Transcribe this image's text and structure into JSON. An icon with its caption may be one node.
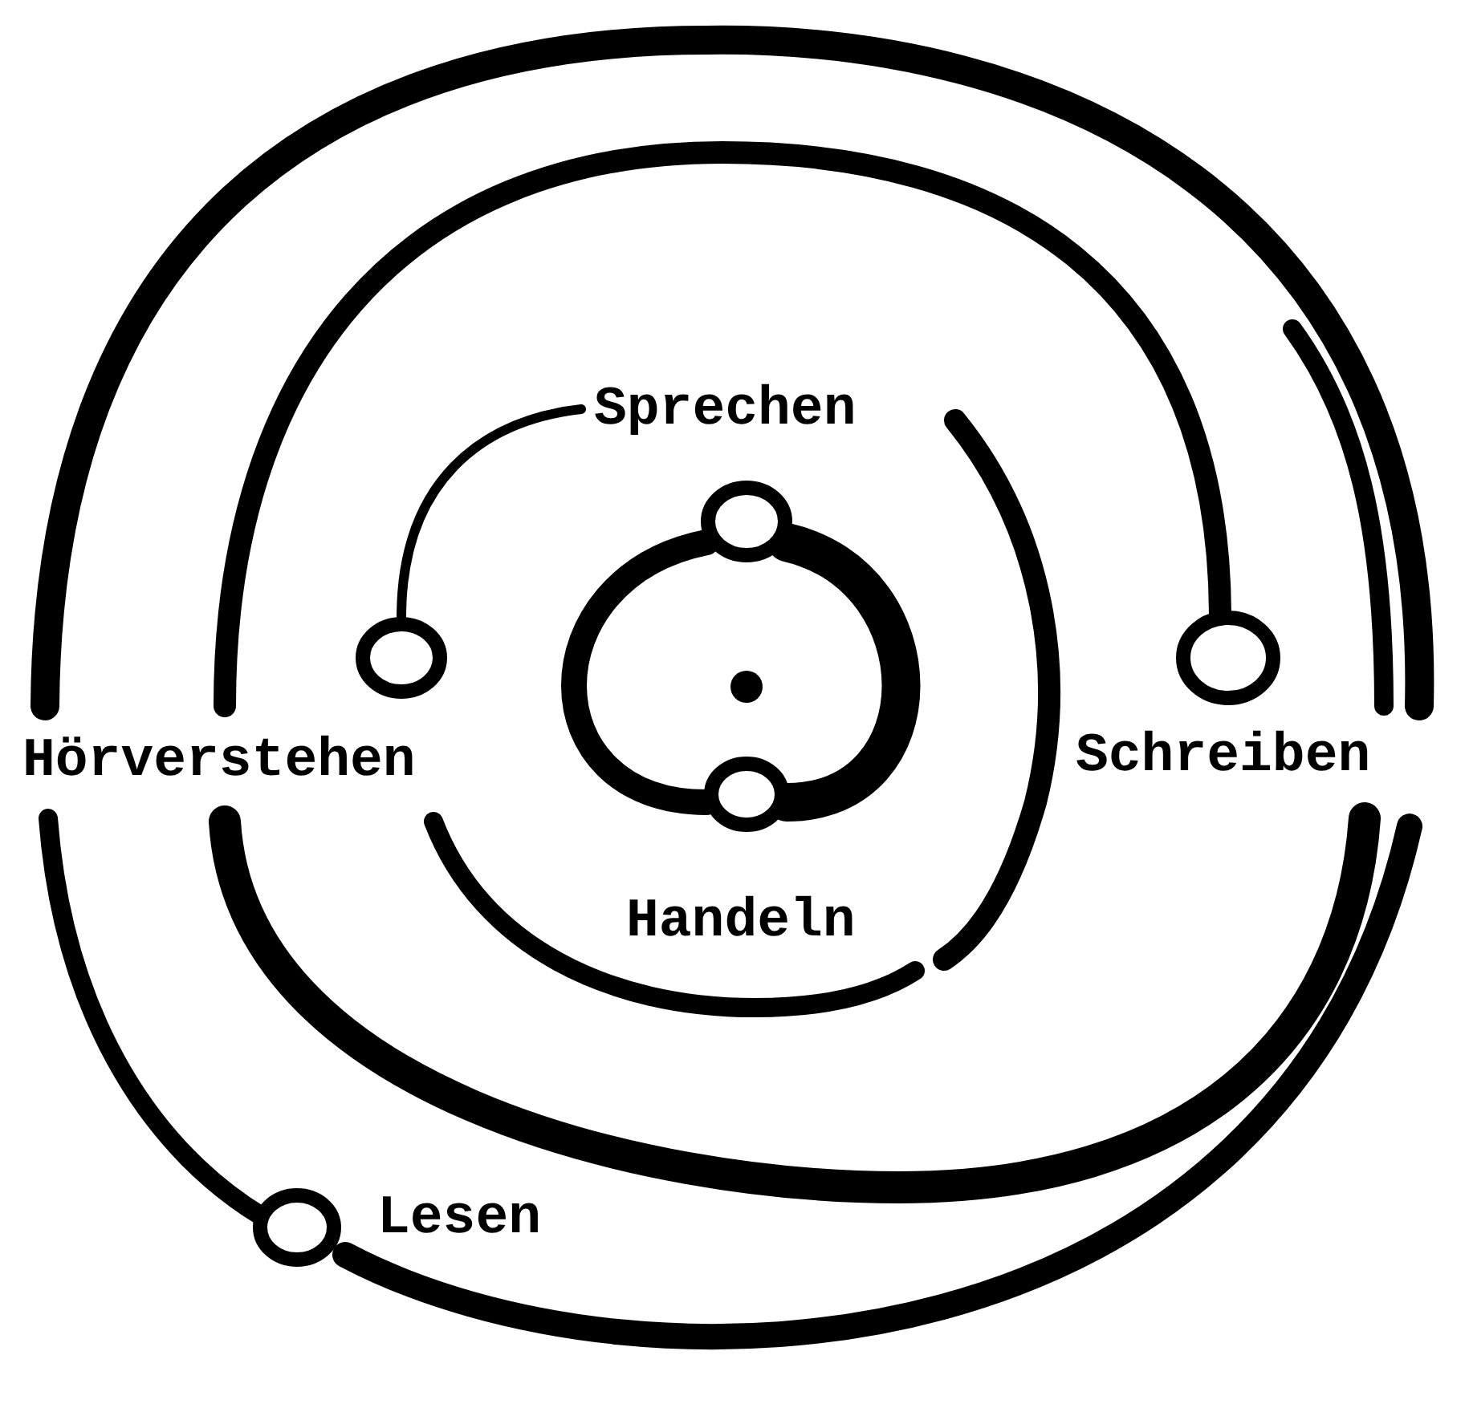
{
  "diagram": {
    "labels": [
      "Sprechen",
      "Hörverstehen",
      "Schreiben",
      "Handeln",
      "Lesen"
    ]
  }
}
